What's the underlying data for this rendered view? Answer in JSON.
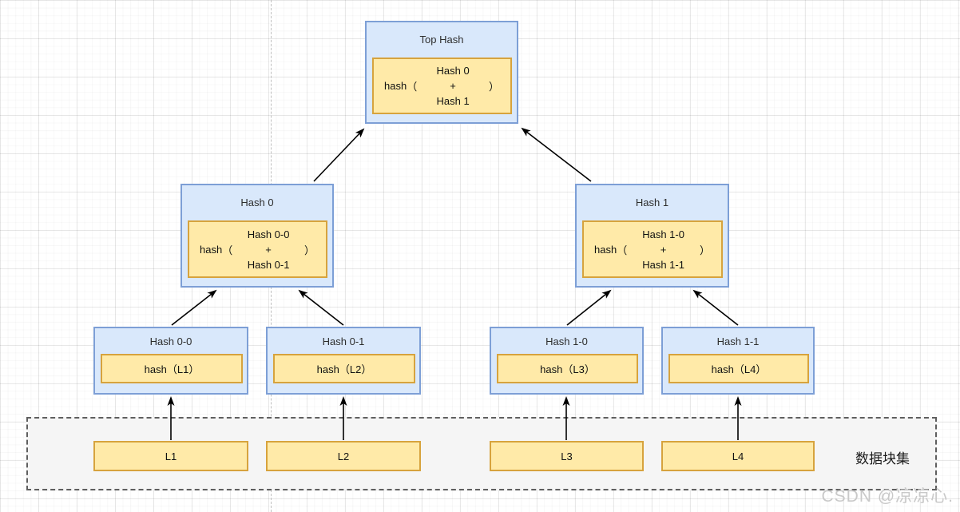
{
  "diagram": {
    "type": "merkle-tree",
    "composite_nodes": [
      {
        "title": "Top Hash",
        "fn": "hash",
        "open": "（",
        "operand_top": "Hash 0",
        "operator": "+",
        "operand_bottom": "Hash 1",
        "close": "）"
      },
      {
        "title": "Hash 0",
        "fn": "hash",
        "open": "（",
        "operand_top": "Hash 0-0",
        "operator": "+",
        "operand_bottom": "Hash 0-1",
        "close": "）"
      },
      {
        "title": "Hash 1",
        "fn": "hash",
        "open": "（",
        "operand_top": "Hash 1-0",
        "operator": "+",
        "operand_bottom": "Hash 1-1",
        "close": "）"
      }
    ],
    "leaf_nodes": [
      {
        "title": "Hash 0-0",
        "formula": "hash（L1）"
      },
      {
        "title": "Hash 0-1",
        "formula": "hash（L2）"
      },
      {
        "title": "Hash 1-0",
        "formula": "hash（L3）"
      },
      {
        "title": "Hash 1-1",
        "formula": "hash（L4）"
      }
    ],
    "data_blocks": [
      "L1",
      "L2",
      "L3",
      "L4"
    ],
    "container_label": "数据块集",
    "watermark": "CSDN @凉凉心."
  },
  "colors": {
    "node_fill": "#d9e8fb",
    "node_border": "#7d9fd6",
    "inner_fill": "#ffeaa8",
    "inner_border": "#d7a33d",
    "container_fill": "#f5f5f5",
    "container_border": "#5f5f5f",
    "arrow": "#000000",
    "watermark_color": "#c9c9c9"
  }
}
